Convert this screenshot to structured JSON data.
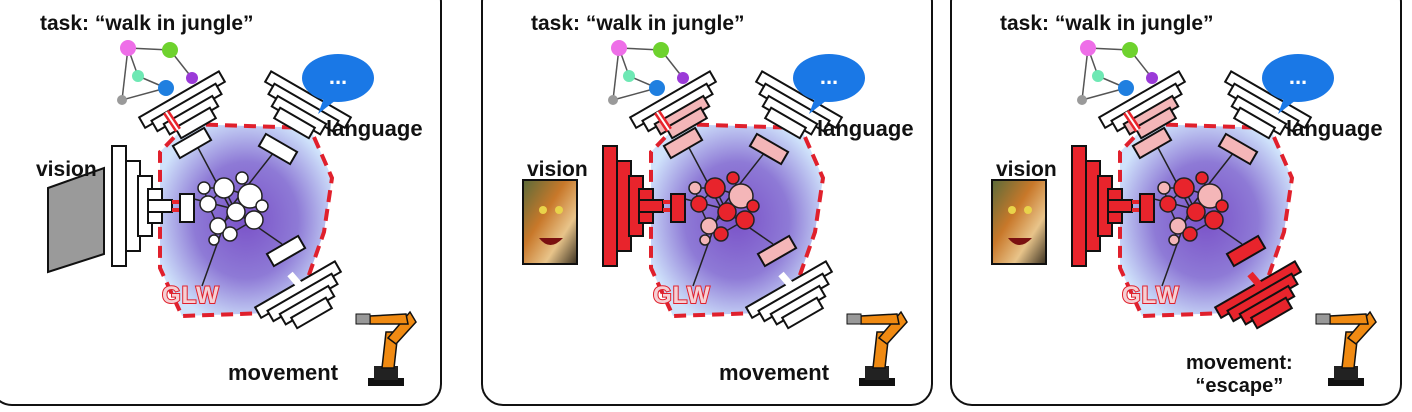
{
  "panels": [
    {
      "task": "task: “walk in jungle”",
      "language": "language",
      "vision": "vision",
      "movement": "movement",
      "movement_value": "",
      "workspace": "GLW",
      "vision_active": false,
      "movement_active": false
    },
    {
      "task": "task: “walk in jungle”",
      "language": "language",
      "vision": "vision",
      "movement": "movement",
      "movement_value": "",
      "workspace": "GLW",
      "vision_active": true,
      "movement_active": false
    },
    {
      "task": "task: “walk in jungle”",
      "language": "language",
      "vision": "vision",
      "movement": "movement:",
      "movement_value": "“escape”",
      "workspace": "GLW",
      "vision_active": true,
      "movement_active": true
    }
  ],
  "icons": {
    "speech": "speech-bubble-icon",
    "robot": "robot-arm-icon",
    "tiger": "tiger-image",
    "screen": "blank-screen-icon",
    "graph": "task-graph-icon"
  },
  "speech_text": "...",
  "colors": {
    "active": "#e8242c",
    "weak": "#f4b6b8",
    "inactive": "#ffffff",
    "glw_glow": "#6aa8f0",
    "glw_core": "#7a52c8",
    "border": "#e0202c"
  }
}
